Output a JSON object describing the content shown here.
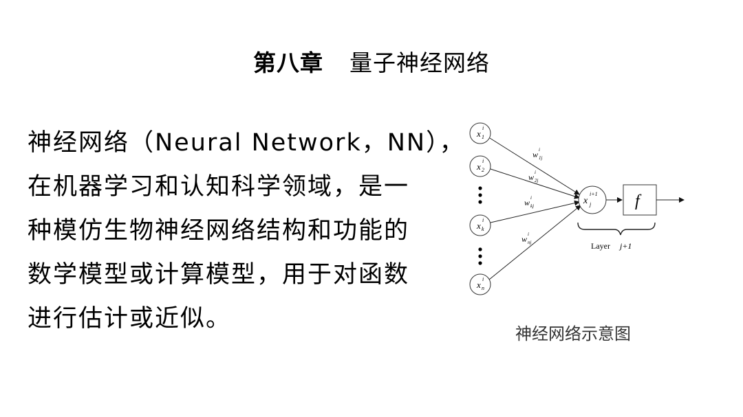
{
  "title": {
    "chapter": "第八章",
    "topic": "量子神经网络"
  },
  "body": {
    "lines": [
      "神经网络（Neural  Network，NN），",
      "在机器学习和认知科学领域，是一",
      "种模仿生物神经网络结构和功能的",
      "数学模型或计算模型，用于对函数",
      "进行估计或近似。"
    ]
  },
  "figure": {
    "inputs": [
      {
        "base": "x",
        "sup": "i",
        "sub": "1"
      },
      {
        "base": "x",
        "sup": "i",
        "sub": "2"
      },
      {
        "base": "x",
        "sup": "i",
        "sub": "k"
      },
      {
        "base": "x",
        "sup": "i",
        "sub": "n"
      }
    ],
    "weights": [
      {
        "base": "w",
        "sup": "i",
        "sub": "1j"
      },
      {
        "base": "w",
        "sup": "i",
        "sub": "2j"
      },
      {
        "base": "w",
        "sup": "i",
        "sub": "kj"
      },
      {
        "base": "w",
        "sup": "i",
        "sub": "nj"
      }
    ],
    "neuron": {
      "base": "x",
      "sup": "i+1",
      "sub": "j"
    },
    "activation": "f",
    "layer_label": "Layer",
    "layer_index": "j+1"
  },
  "caption": "神经网络示意图"
}
